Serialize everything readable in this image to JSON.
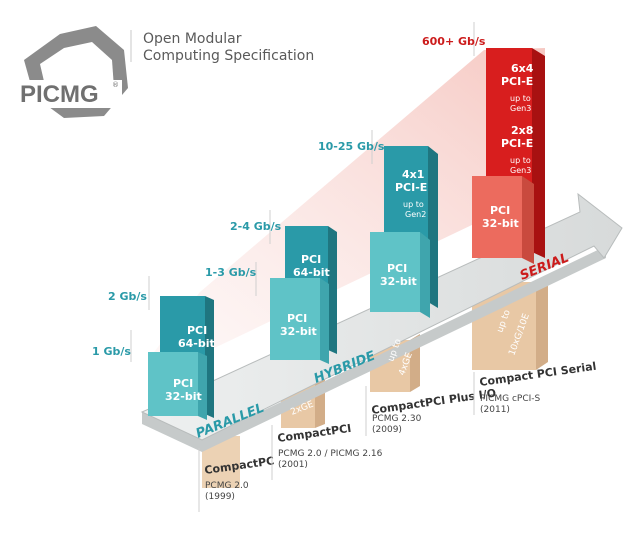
{
  "header": {
    "logo_text": "PICMG",
    "line1": "Open Modular",
    "line2": "Computing Specification"
  },
  "colors": {
    "teal": "#2a9aa8",
    "teal_light": "#5fc3c7",
    "red": "#d81e1e",
    "red_light": "#ec6b5e",
    "sand": "#e8c8a5",
    "gray_arrow": "#e2e4e4"
  },
  "rates": {
    "r1": "1 Gb/s",
    "r2": "2 Gb/s",
    "r3": "1-3 Gb/s",
    "r4": "2-4 Gb/s",
    "r5": "10-25 Gb/s",
    "r6": "600+ Gb/s"
  },
  "arrow": {
    "parallel": "PARALLEL",
    "hybride": "HYBRIDE",
    "serial": "SERIAL"
  },
  "blocks": {
    "pci": "PCI",
    "b32": "32-bit",
    "b64": "64-bit",
    "pcie": "PCI-E",
    "x41": "4x1",
    "x64": "6x4",
    "x28": "2x8",
    "up_to": "up to",
    "gen2": "Gen2",
    "gen3": "Gen3"
  },
  "extensions": {
    "e1": "2xGE",
    "e2_up": "up to",
    "e2_val": "4xGE",
    "e3_up": "up to",
    "e3_val": "10xG/10E"
  },
  "standards": {
    "s1_name": "CompactPC",
    "s1_spec": "PCMG 2.0",
    "s1_year": "(1999)",
    "s2_name": "CompactPCI",
    "s2_spec": "PCMG 2.0 / PICMG 2.16",
    "s2_year": "(2001)",
    "s3_name": "CompactPCI Plus I/O",
    "s3_spec": "PCMG 2.30",
    "s3_year": "(2009)",
    "s4_name": "Compact PCI Serial",
    "s4_spec": "PICMG cPCI-S",
    "s4_year": "(2011)"
  }
}
